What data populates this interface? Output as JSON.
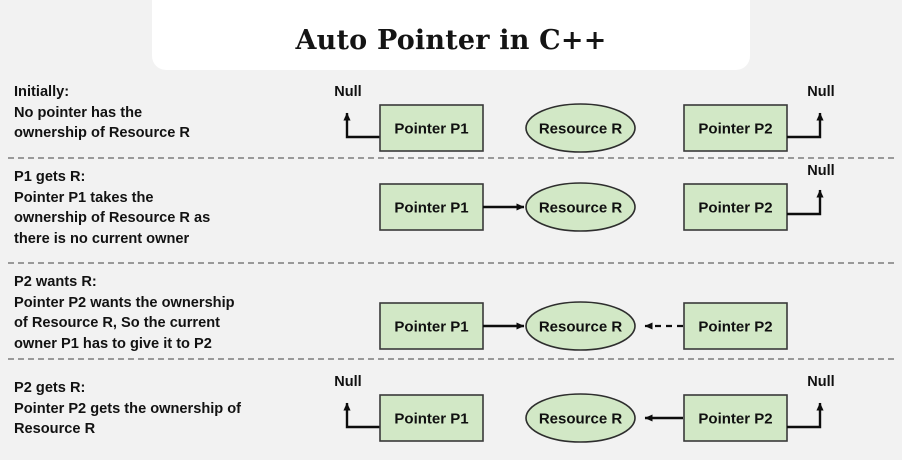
{
  "header": {
    "title": "Auto Pointer in C++"
  },
  "labels": {
    "pointer_p1": "Pointer P1",
    "pointer_p2": "Pointer P2",
    "resource_r": "Resource R",
    "null": "Null"
  },
  "rows": [
    {
      "id": "initially",
      "caption": "Initially:\nNo pointer has the\nownership of Resource R",
      "p1_target": "null-left",
      "p2_target": "null-right",
      "p1_arrow_style": "solid",
      "p2_arrow_style": "solid"
    },
    {
      "id": "p1-gets-r",
      "caption": "P1 gets R:\nPointer P1 takes the\nownership of Resource R as\nthere is no current owner",
      "p1_target": "resource",
      "p2_target": "null-right",
      "p1_arrow_style": "solid",
      "p2_arrow_style": "solid"
    },
    {
      "id": "p2-wants-r",
      "caption": "P2 wants R:\nPointer P2 wants the ownership\nof Resource R, So the current\nowner P1 has to give it to P2",
      "p1_target": "resource",
      "p2_target": "resource",
      "p1_arrow_style": "solid",
      "p2_arrow_style": "dashed"
    },
    {
      "id": "p2-gets-r",
      "caption": "P2 gets R:\nPointer P2 gets the ownership of\nResource R",
      "p1_target": "null-left",
      "p2_target": "resource-and-null",
      "p1_arrow_style": "solid",
      "p2_arrow_style": "solid"
    }
  ],
  "colors": {
    "background": "#f2f2f2",
    "title_card": "#ffffff",
    "node_fill": "#d2e8c6",
    "node_stroke": "#3a3a3a",
    "connector": "#0d0d0d",
    "separator": "#9a9a9a",
    "text": "#121212"
  }
}
